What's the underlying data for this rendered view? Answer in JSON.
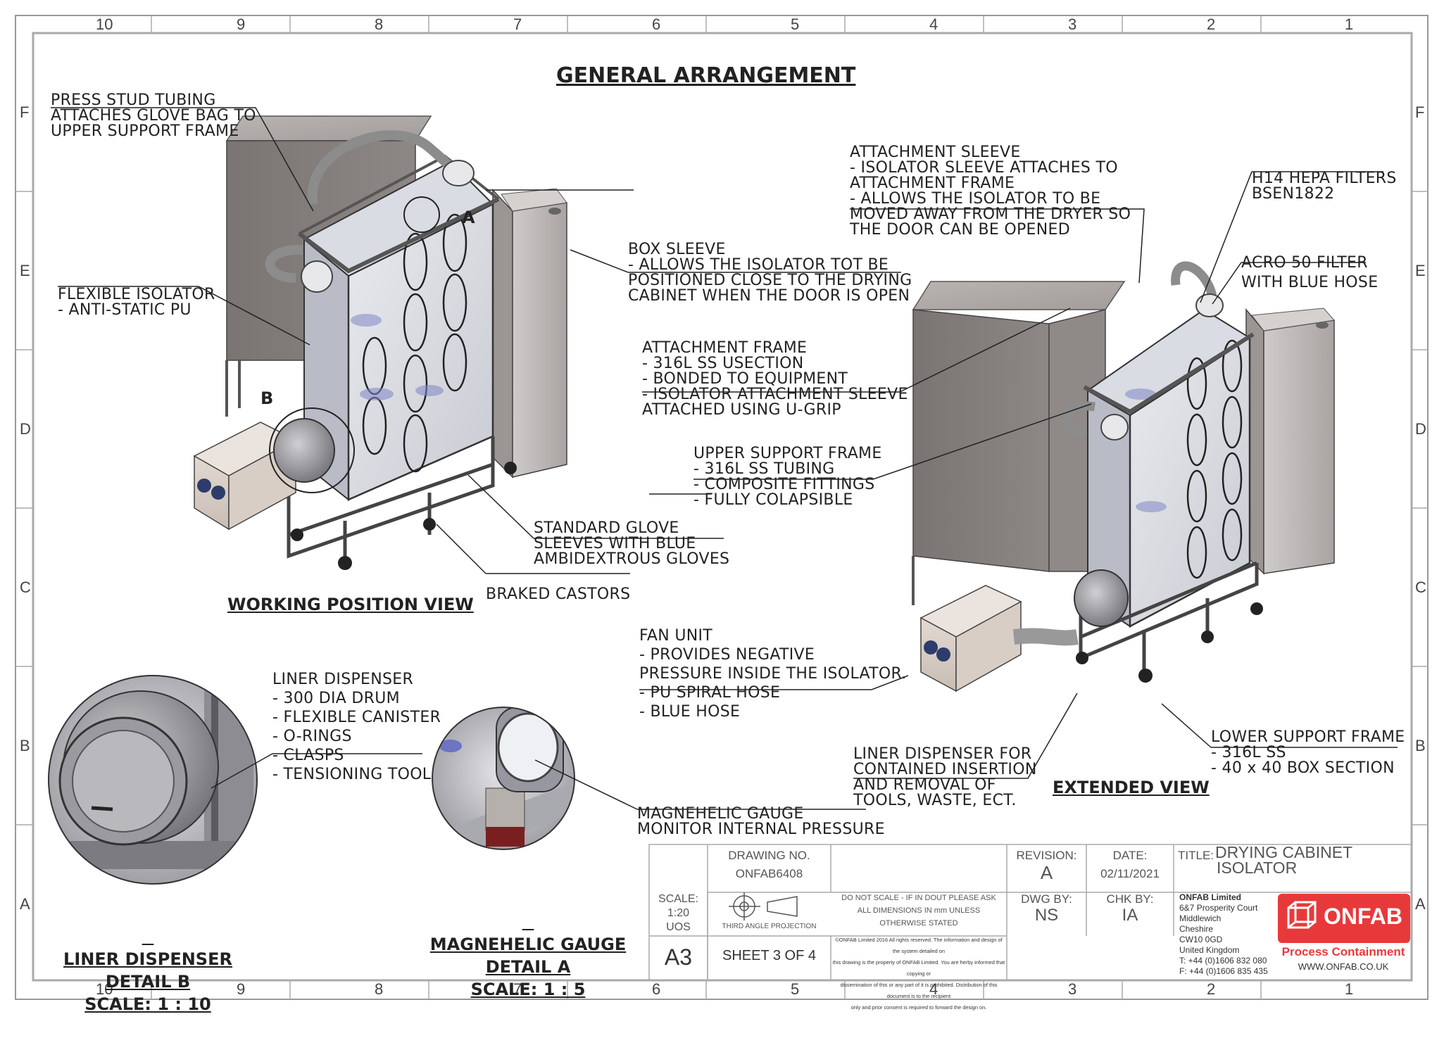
{
  "sheet_title": "GENERAL ARRANGEMENT",
  "zones": {
    "columns": [
      "10",
      "9",
      "8",
      "7",
      "6",
      "5",
      "4",
      "3",
      "2",
      "1"
    ],
    "rows": [
      "F",
      "E",
      "D",
      "C",
      "B",
      "A"
    ]
  },
  "views": {
    "working": "WORKING POSITION VIEW",
    "extended": "EXTENDED VIEW",
    "detail_b": {
      "line1": "LINER DISPENSER",
      "line2": "DETAIL B",
      "line3": "SCALE: 1 : 10"
    },
    "detail_a": {
      "line1": "MAGNEHELIC GAUGE",
      "line2": "DETAIL A",
      "line3": "SCALE: 1 : 5"
    }
  },
  "markers": {
    "a": "A",
    "b": "B"
  },
  "callouts": {
    "press_stud": [
      "PRESS STUD TUBING",
      "ATTACHES GLOVE BAG TO",
      "UPPER SUPPORT FRAME"
    ],
    "flexible_isolator": [
      "FLEXIBLE ISOLATOR",
      "- ANTI-STATIC PU"
    ],
    "box_sleeve": [
      "BOX SLEEVE",
      "- ALLOWS THE ISOLATOR TOT BE",
      "POSITIONED CLOSE TO THE DRYING",
      "CABINET WHEN THE DOOR IS OPEN"
    ],
    "attachment_sleeve": [
      "ATTACHMENT SLEEVE",
      "- ISOLATOR SLEEVE ATTACHES TO",
      "ATTACHMENT FRAME",
      "- ALLOWS THE ISOLATOR TO BE",
      "MOVED AWAY FROM THE DRYER SO",
      "THE DOOR CAN BE OPENED"
    ],
    "hepa": [
      "H14 HEPA FILTERS",
      "BSEN1822"
    ],
    "acro": [
      "ACRO 50 FILTER",
      "WITH BLUE HOSE"
    ],
    "attachment_frame": [
      "ATTACHMENT FRAME",
      "- 316L SS USECTION",
      "- BONDED TO EQUIPMENT",
      "- ISOLATOR ATTACHMENT SLEEVE",
      "ATTACHED USING U-GRIP"
    ],
    "upper_support": [
      "UPPER SUPPORT FRAME",
      "- 316L SS TUBING",
      "- COMPOSITE FITTINGS",
      "- FULLY COLAPSIBLE"
    ],
    "glove_sleeves": [
      "STANDARD GLOVE",
      "SLEEVES WITH BLUE",
      "AMBIDEXTROUS GLOVES"
    ],
    "castors": [
      "BRAKED CASTORS"
    ],
    "fan_unit": [
      "FAN UNIT",
      "- PROVIDES NEGATIVE",
      "PRESSURE INSIDE THE ISOLATOR.",
      "- PU SPIRAL HOSE",
      "- BLUE HOSE"
    ],
    "liner_dispenser": [
      "LINER DISPENSER",
      "- 300 DIA DRUM",
      "- FLEXIBLE CANISTER",
      "- O-RINGS",
      "- CLASPS",
      "- TENSIONING TOOL"
    ],
    "magnehelic": [
      "MAGNEHELIC GAUGE",
      "MONITOR INTERNAL PRESSURE"
    ],
    "lower_support": [
      "LOWER SUPPORT FRAME",
      "- 316L SS",
      "- 40 x 40 BOX SECTION"
    ],
    "liner_for": [
      "LINER DISPENSER FOR",
      "CONTAINED INSERTION",
      "AND REMOVAL OF",
      "TOOLS, WASTE, ECT."
    ]
  },
  "title_block": {
    "drawing_no_label": "DRAWING NO.",
    "drawing_no": "ONFAB6408",
    "revision_label": "REVISION:",
    "revision": "A",
    "date_label": "DATE:",
    "date": "02/11/2021",
    "title_label": "TITLE:",
    "title_line1": "DRYING CABINET",
    "title_line2": "ISOLATOR",
    "scale_label": "SCALE:",
    "scale": "1:20",
    "scale_units": "UOS",
    "projection": "THIRD ANGLE PROJECTION",
    "notes": [
      "DO NOT SCALE - IF IN DOUT PLEASE ASK",
      "ALL DIMENSIONS IN mm UNLESS",
      "OTHERWISE STATED"
    ],
    "dwg_by_label": "DWG BY:",
    "dwg_by": "NS",
    "chk_by_label": "CHK BY:",
    "chk_by": "IA",
    "size": "A3",
    "sheet": "SHEET 3 OF 4",
    "copyright": [
      "©ONFAB Limited 2016 All rights reserved. The information and design of the system detailed on",
      "this drawing is the property of ONFAB Limited. You are herby informed that copying or",
      "dissemination of this or any part of it is prohibited. Distribution of this document is to the recipient",
      "only and prior consent is required to forward the design on."
    ],
    "company": [
      "ONFAB Limited",
      "6&7 Prosperity Court",
      "Middlewich",
      "Cheshire",
      "CW10 0GD",
      "United Kingdom",
      "T: +44 (0)1606 832 080",
      "F: +44 (0)1606 835 435"
    ],
    "logo_text": "ONFAB",
    "tagline": "Process Containment",
    "website": "WWW.ONFAB.CO.UK",
    "brand_color": "#e8393a"
  }
}
